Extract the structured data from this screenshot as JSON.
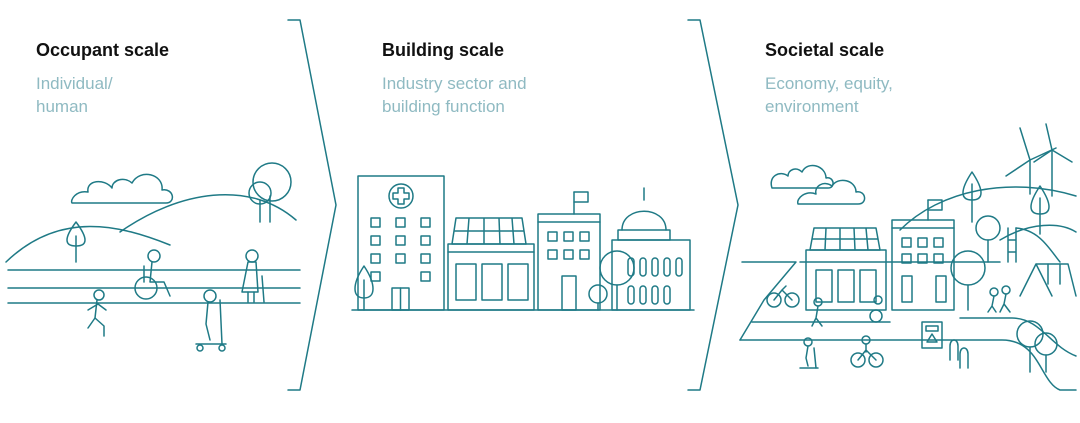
{
  "colors": {
    "accent": "#1f7a86",
    "title": "#111111",
    "subtitle": "#8fbac2",
    "background": "#ffffff"
  },
  "panels": [
    {
      "title": "Occupant scale",
      "subtitle_lines": [
        "Individual/",
        "human"
      ]
    },
    {
      "title": "Building scale",
      "subtitle_lines": [
        "Industry sector and",
        "building function"
      ]
    },
    {
      "title": "Societal scale",
      "subtitle_lines": [
        "Economy, equity,",
        "environment"
      ]
    }
  ],
  "icons": [
    "cloud-icon",
    "tree-icon",
    "hospital-cross-icon",
    "solar-panel-icon",
    "flag-icon",
    "dome-icon",
    "wind-turbine-icon",
    "bicycle-icon",
    "wheelchair-icon",
    "scooter-icon",
    "swing-icon",
    "slide-icon",
    "recycling-bin-icon"
  ]
}
